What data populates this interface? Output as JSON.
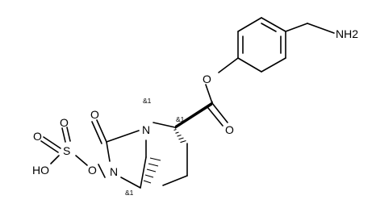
{
  "atoms": {
    "nh2": "NH2",
    "ester_o": "O",
    "carbonyl_o_ester": "O",
    "carbonyl_o_urea": "O",
    "n_bridge": "N",
    "n_ring": "N",
    "n_o": "O",
    "sulfur": "S",
    "s_o_top": "O",
    "s_o_mid": "O",
    "hydroxyl": "HO"
  },
  "stereo": {
    "n_bridge": "&1",
    "c2": "&1",
    "c5": "&1"
  }
}
